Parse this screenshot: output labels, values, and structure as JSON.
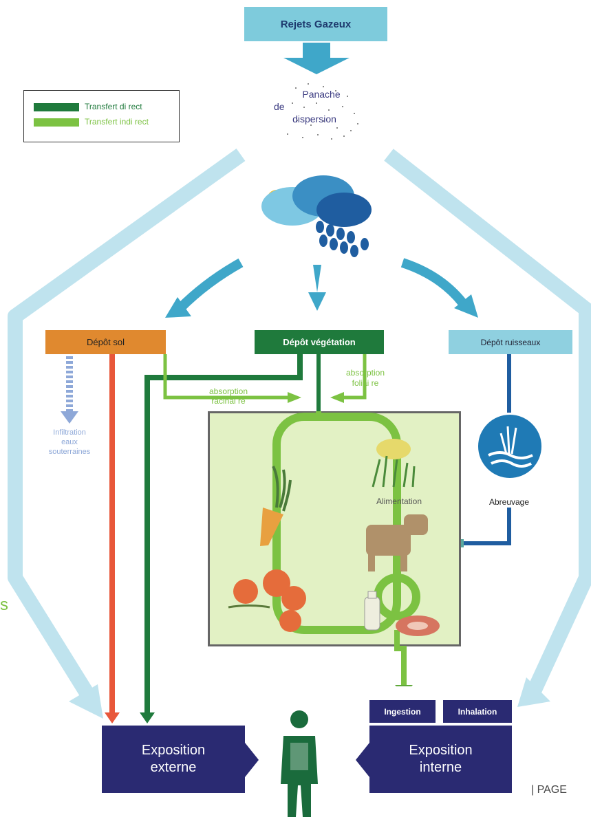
{
  "source": {
    "label": "Rejets Gazeux"
  },
  "plume": {
    "line1": "Panache",
    "line2": "de",
    "line3": "dispersion"
  },
  "legend": {
    "items": [
      {
        "label": "Transfert di rect",
        "color": "#1f7a3c"
      },
      {
        "label": "Transfert indi rect",
        "color": "#7cc242"
      }
    ]
  },
  "deposits": {
    "soil": "Dépôt sol",
    "vegetation": "Dépôt végétation",
    "streams": "Dépôt ruisseaux"
  },
  "absorption": {
    "root_1": "absorption",
    "root_2": "racinai re",
    "foliar_1": "absorption",
    "foliar_2": "foliai re"
  },
  "infiltration": {
    "line1": "Infiltration",
    "line2": "eaux",
    "line3": "souterraines"
  },
  "food": {
    "label": "Alimentation"
  },
  "watering": {
    "label": "Abreuvage"
  },
  "exposure": {
    "external_1": "Exposition",
    "external_2": "externe",
    "internal_1": "Exposition",
    "internal_2": "interne",
    "ingestion": "Ingestion",
    "inhalation": "Inhalation"
  },
  "side_fragment": "s",
  "page_footer": "| PAGE",
  "colors": {
    "light_blue": "#bfe3ee",
    "source_blue": "#7ecbdc",
    "arrow_blue": "#3fa7c9",
    "soil_orange": "#e0892f",
    "veg_green": "#1f7a3c",
    "light_green": "#7cc242",
    "stream_blue": "#8fd0e0",
    "navy": "#2a2a72",
    "red": "#e8573a",
    "dark_blue": "#1f5da0"
  }
}
